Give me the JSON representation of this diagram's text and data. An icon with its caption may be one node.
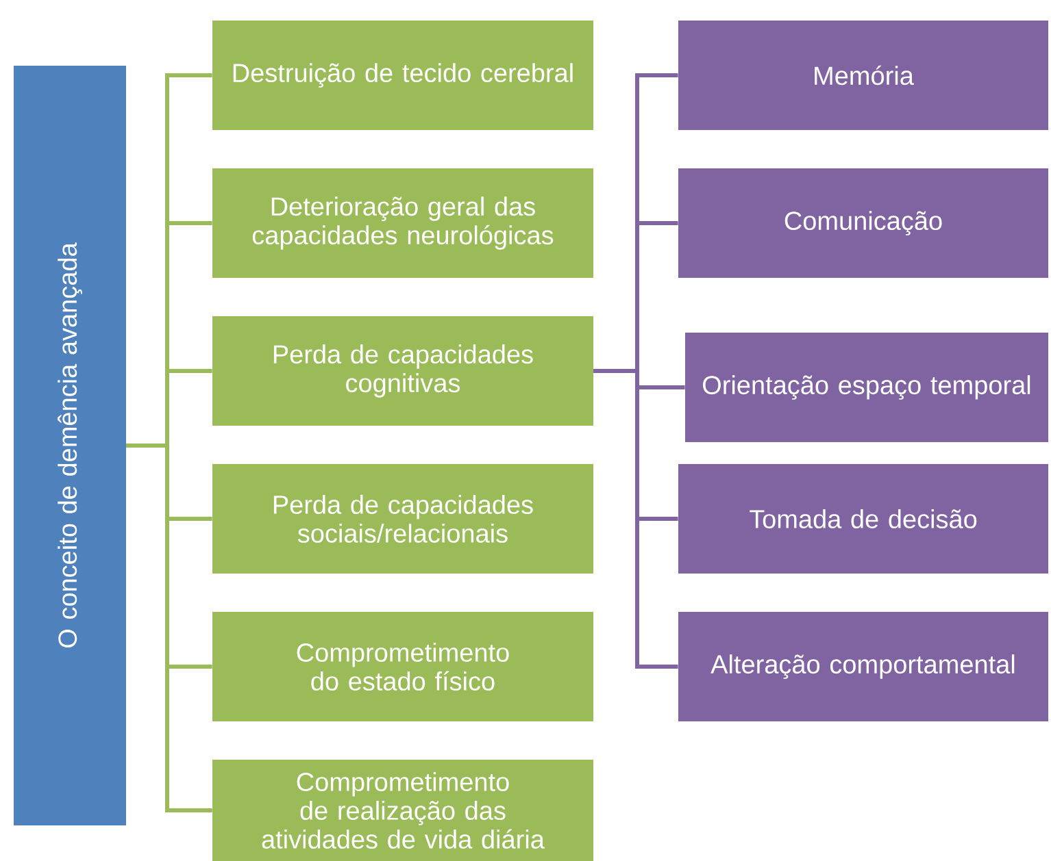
{
  "diagram": {
    "nodes": [
      {
        "text": [
          "O conceito de demência avançada"
        ]
      },
      {
        "text": [
          "Destruição de tecido cerebral"
        ]
      },
      {
        "text": [
          "Deterioração geral das capacidades neurológicas"
        ]
      },
      {
        "text": [
          "Perda de capacidades cognitivas"
        ]
      },
      {
        "text": [
          "Perda de capacidades sociais/relacionais"
        ]
      },
      {
        "text": [
          "Comprometimento do estado físico"
        ]
      },
      {
        "text": [
          "Comprometimento de realização das atividades de vida diária"
        ]
      },
      {
        "text": [
          "Memória"
        ]
      },
      {
        "text": [
          "Comunicação"
        ]
      },
      {
        "text": [
          "Orientação espaço temporal"
        ]
      },
      {
        "text": [
          "Tomada de decisão"
        ]
      },
      {
        "text": [
          "Alteração comportamental"
        ]
      }
    ],
    "edges": [
      {
        "from": 0,
        "to": 1,
        "arrow": "none"
      },
      {
        "from": 0,
        "to": 2,
        "arrow": "none"
      },
      {
        "from": 0,
        "to": 3,
        "arrow": "none"
      },
      {
        "from": 0,
        "to": 4,
        "arrow": "none"
      },
      {
        "from": 0,
        "to": 5,
        "arrow": "none"
      },
      {
        "from": 0,
        "to": 6,
        "arrow": "none"
      },
      {
        "from": 3,
        "to": 7,
        "arrow": "none",
        "color": "#8064a2"
      },
      {
        "from": 3,
        "to": 8,
        "arrow": "none",
        "color": "#8064a2"
      },
      {
        "from": 3,
        "to": 9,
        "arrow": "none",
        "color": "#8064a2"
      },
      {
        "from": 3,
        "to": 10,
        "arrow": "none",
        "color": "#8064a2"
      },
      {
        "from": 3,
        "to": 11,
        "arrow": "none",
        "color": "#8064a2"
      }
    ]
  }
}
